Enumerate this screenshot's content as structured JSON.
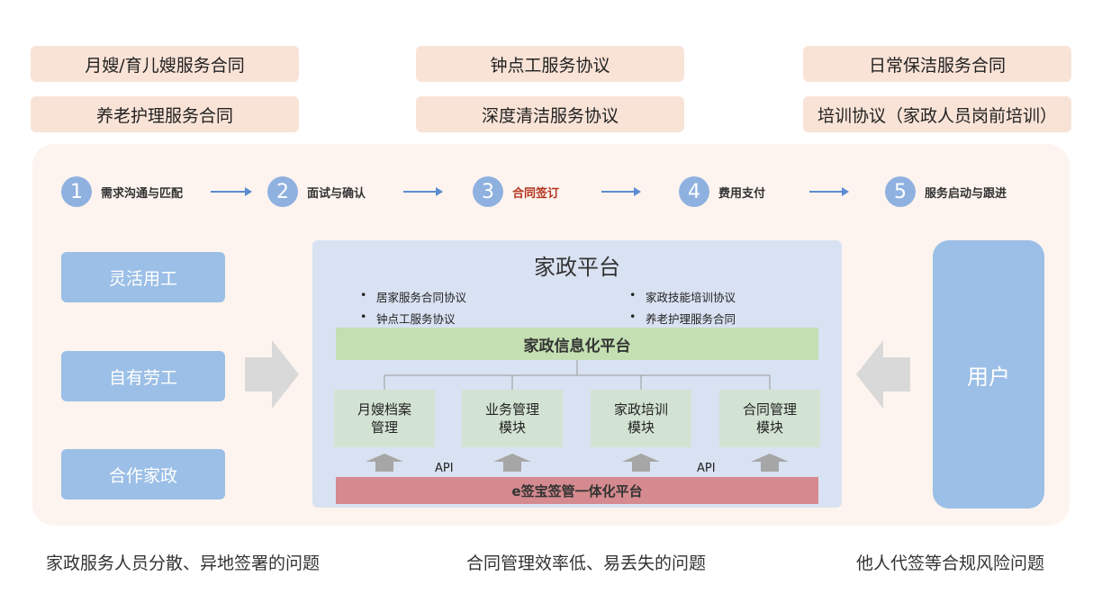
{
  "contracts": {
    "left": [
      "月嫂/育儿嫂服务合同",
      "养老护理服务合同"
    ],
    "center": [
      "钟点工服务协议",
      "深度清洁服务协议"
    ],
    "right": [
      "日常保洁服务合同",
      "培训协议（家政人员岗前培训）"
    ]
  },
  "steps": [
    {
      "num": "1",
      "label": "需求沟通与匹配"
    },
    {
      "num": "2",
      "label": "面试与确认"
    },
    {
      "num": "3",
      "label": "合同签订",
      "highlight": true
    },
    {
      "num": "4",
      "label": "费用支付"
    },
    {
      "num": "5",
      "label": "服务启动与跟进"
    }
  ],
  "sources": [
    "灵活用工",
    "自有劳工",
    "合作家政"
  ],
  "platform": {
    "title": "家政平台",
    "bullets_left": [
      "居家服务合同协议",
      "钟点工服务协议"
    ],
    "bullets_right": [
      "家政技能培训协议",
      "养老护理服务合同"
    ],
    "info_platform": "家政信息化平台",
    "modules": [
      {
        "line1": "月嫂档案",
        "line2": "管理"
      },
      {
        "line1": "业务管理",
        "line2": "模块"
      },
      {
        "line1": "家政培训",
        "line2": "模块"
      },
      {
        "line1": "合同管理",
        "line2": "模块"
      }
    ],
    "api_labels": [
      "API",
      "API"
    ],
    "esign": "e签宝签管一体化平台"
  },
  "user": "用户",
  "problems": [
    "家政服务人员分散、异地签署的问题",
    "合同管理效率低、易丢失的问题",
    "他人代签等合规风险问题"
  ],
  "colors": {
    "tag_bg": "#f9e3d7",
    "panel_bg": "#fdf4ef",
    "step_circle": "#8fb1e0",
    "highlight_text": "#b5341f",
    "blue_box": "#9bbfe6",
    "platform_bg": "#d9e2f2",
    "info_bar": "#c4dfb2",
    "module_bg": "#d3e3d3",
    "esign_bar": "#d48a8e"
  }
}
